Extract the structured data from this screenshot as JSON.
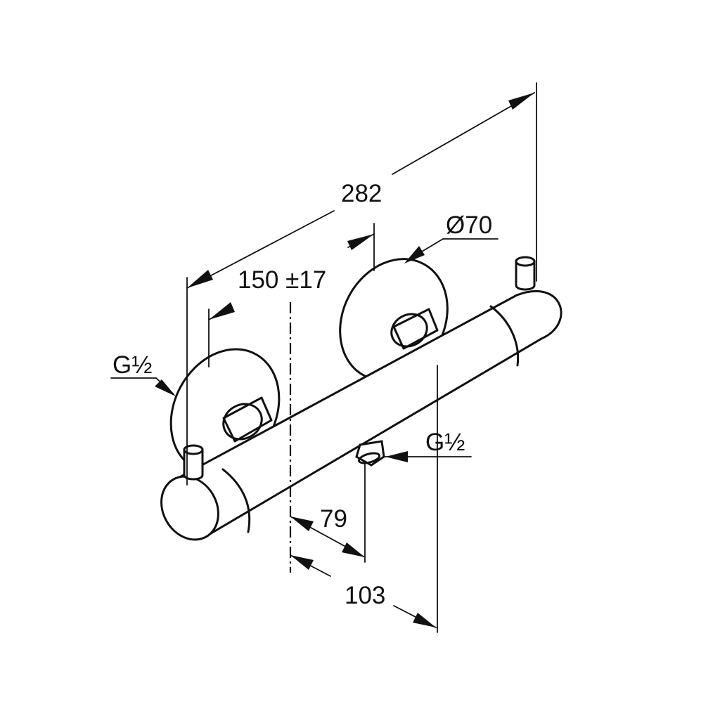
{
  "dimensions": {
    "overall_length": "282",
    "center_distance": "150 ±17",
    "rosette_diameter": "Ø70",
    "inlet_thread": "G½",
    "outlet_thread": "G½",
    "outlet_offset": "79",
    "total_projection": "103"
  }
}
